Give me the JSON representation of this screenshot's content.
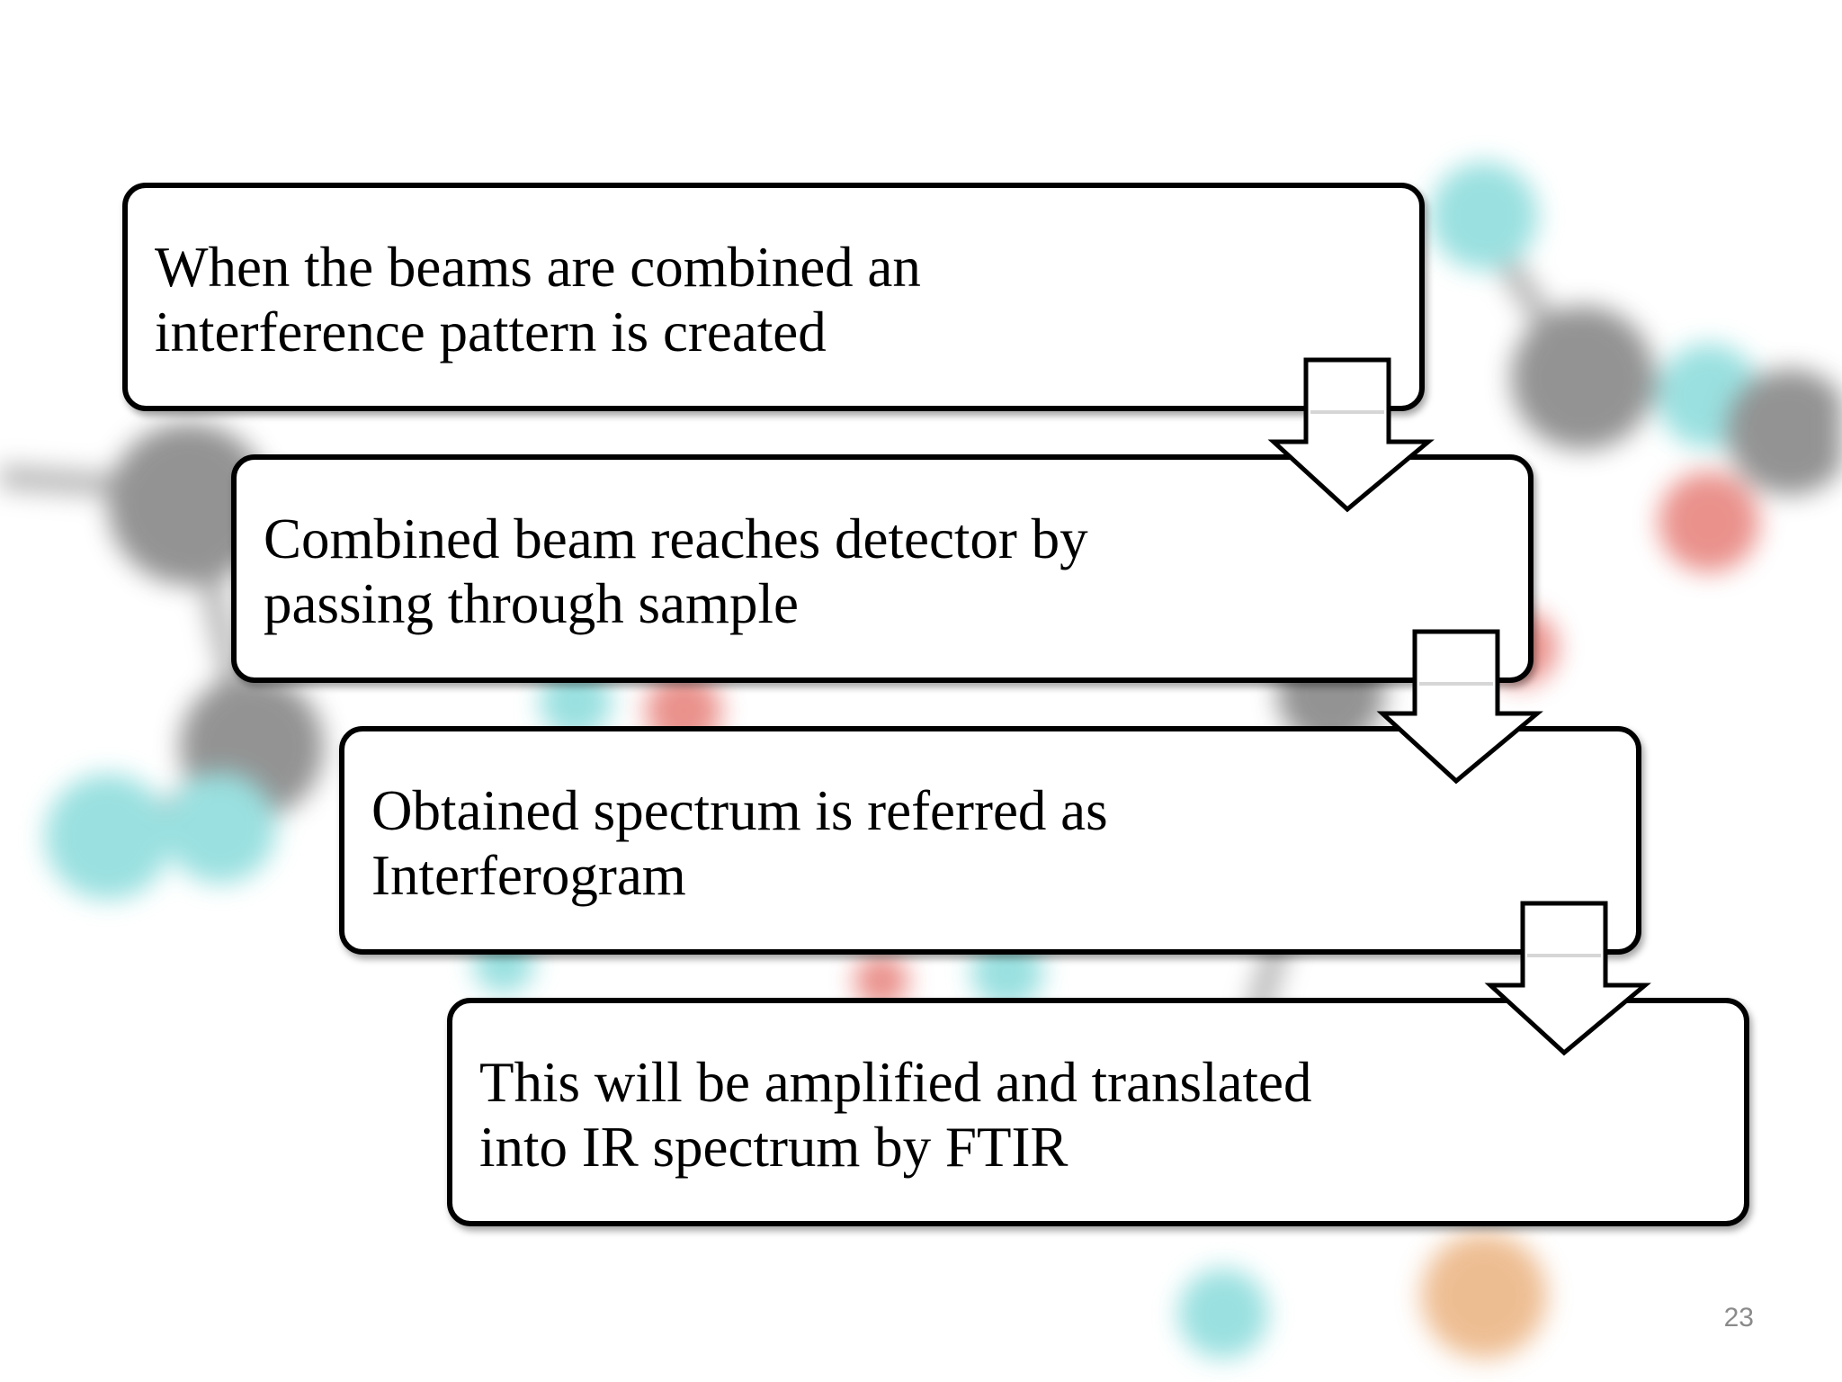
{
  "steps": [
    {
      "text_line1": "When the beams are combined an",
      "text_line2": "interference pattern is created"
    },
    {
      "text_line1": "Combined beam reaches detector by",
      "text_line2": "passing through sample"
    },
    {
      "text_line1": "Obtained spectrum is referred as",
      "text_line2": "Interferogram"
    },
    {
      "text_line1": "This will be amplified and translated",
      "text_line2": "into IR spectrum by FTIR"
    }
  ],
  "slide_number": "23",
  "colors": {
    "box_border": "#000000",
    "box_fill": "#ffffff",
    "arrow_fill": "#ffffff",
    "page_number": "#8a8a8a"
  }
}
